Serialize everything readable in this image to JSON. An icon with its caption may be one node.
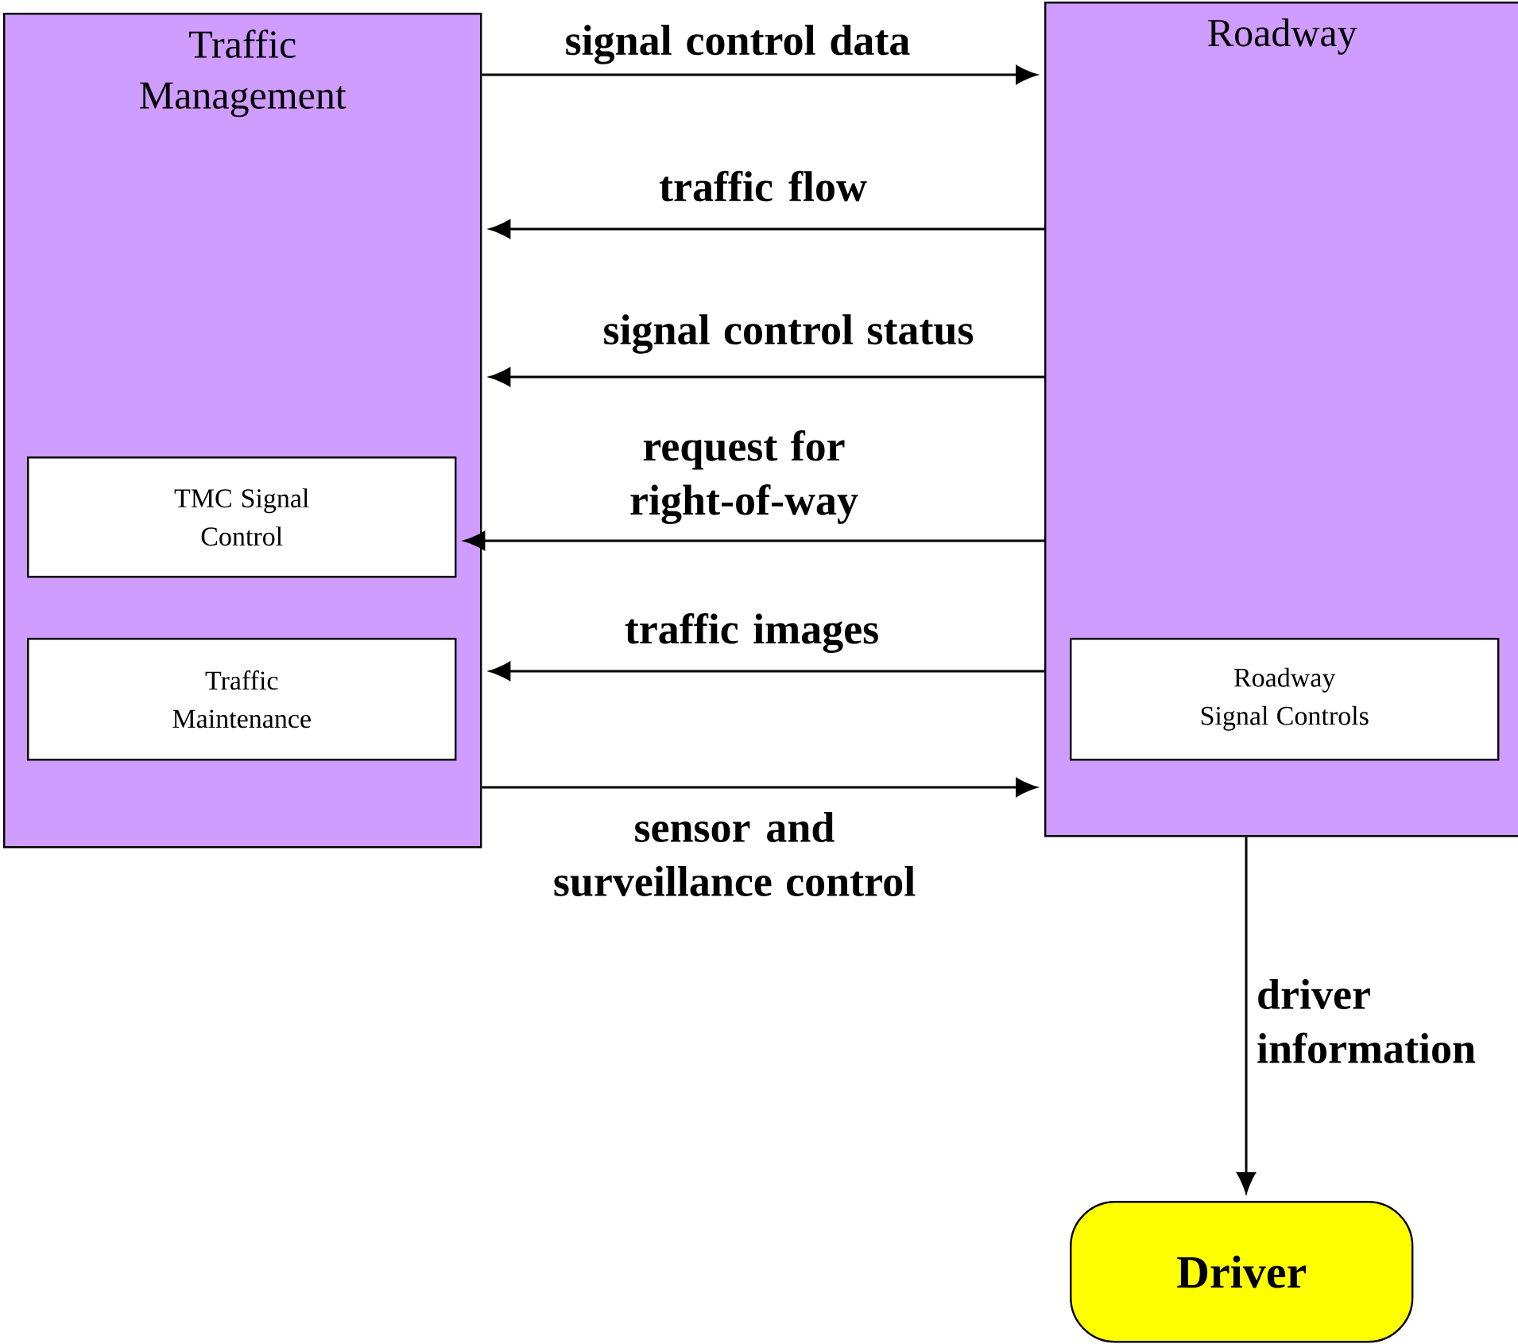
{
  "diagram": {
    "nodes": [
      {
        "text": [
          "Traffic Management"
        ]
      },
      {
        "text": [
          "TMC Signal Control"
        ],
        "in": 0
      },
      {
        "text": [
          "Traffic Maintenance"
        ],
        "in": 0
      },
      {
        "text": [
          "Roadway"
        ]
      },
      {
        "text": [
          "Roadway Signal Controls"
        ],
        "in": 3
      },
      {
        "text": [
          "Driver"
        ]
      }
    ],
    "edges": [
      {
        "from": 0,
        "to": 3,
        "arrow": "to",
        "label": "signal control data"
      },
      {
        "from": 3,
        "to": 0,
        "arrow": "to",
        "label": "traffic flow"
      },
      {
        "from": 3,
        "to": 0,
        "arrow": "to",
        "label": "signal control status"
      },
      {
        "from": 3,
        "to": 1,
        "arrow": "to",
        "label": "request for right-of-way"
      },
      {
        "from": 3,
        "to": 0,
        "arrow": "to",
        "label": "traffic images"
      },
      {
        "from": 0,
        "to": 3,
        "arrow": "to",
        "label": "sensor and surveillance control"
      },
      {
        "from": 3,
        "to": 5,
        "arrow": "to",
        "label": "driver information"
      }
    ]
  }
}
